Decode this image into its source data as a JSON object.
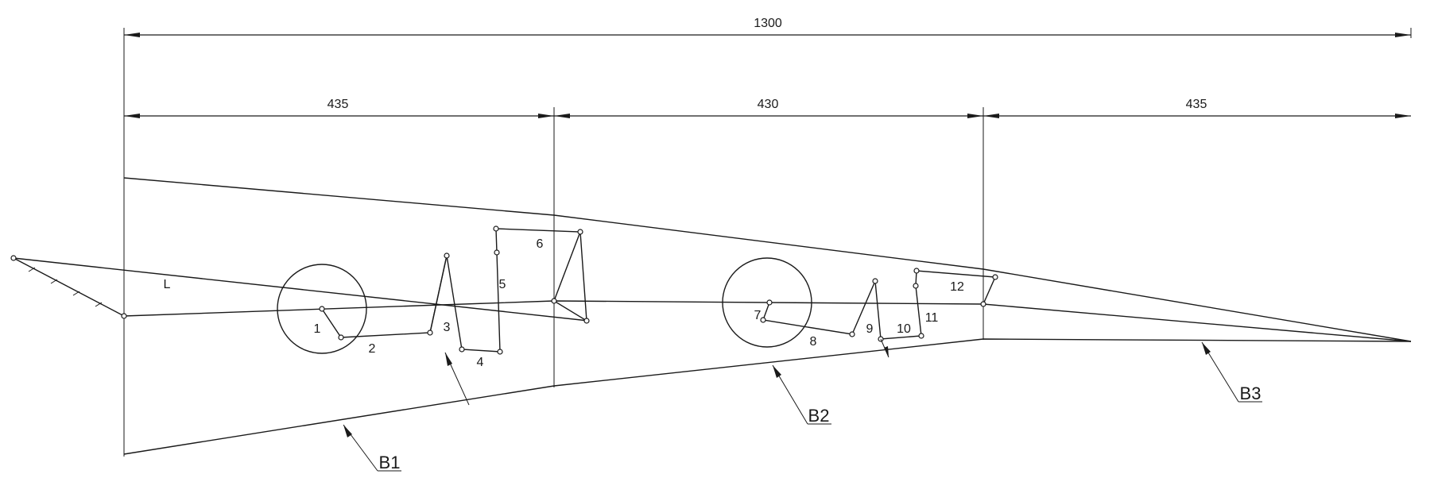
{
  "dimensions": {
    "total": "1300",
    "left": "435",
    "middle": "430",
    "right": "435"
  },
  "labels": {
    "line_l": "L",
    "pts": [
      "1",
      "2",
      "3",
      "4",
      "5",
      "6",
      "7",
      "8",
      "9",
      "10",
      "11",
      "12"
    ],
    "beams": [
      "B1",
      "B2",
      "B3"
    ]
  }
}
